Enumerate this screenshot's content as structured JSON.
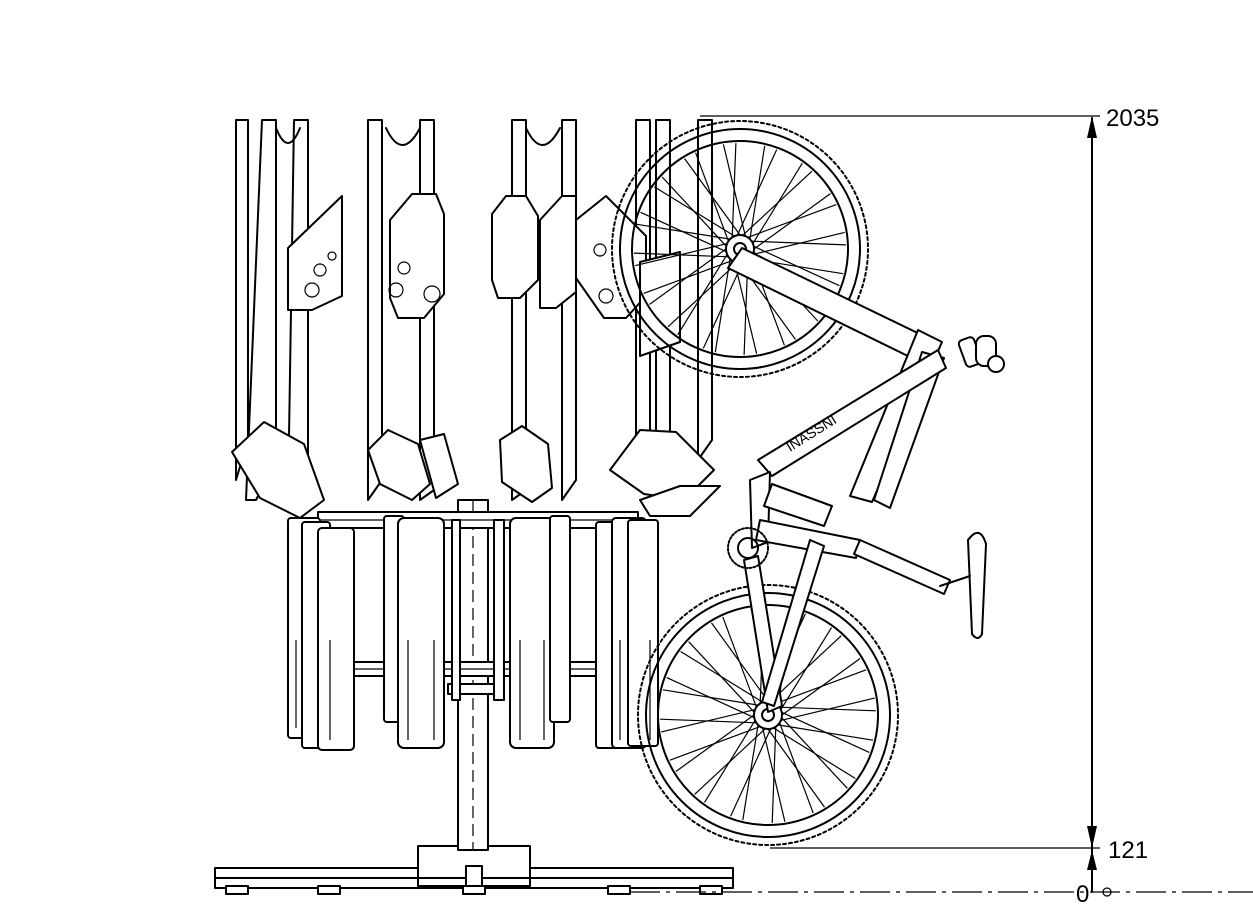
{
  "drawing": {
    "type": "technical-elevation",
    "dimensions": {
      "top_label": "2035",
      "bottom_label": "121",
      "zero_label": "0"
    },
    "bike_frame_text": "INASSNI",
    "colors": {
      "line": "#000000",
      "background": "#ffffff"
    }
  }
}
